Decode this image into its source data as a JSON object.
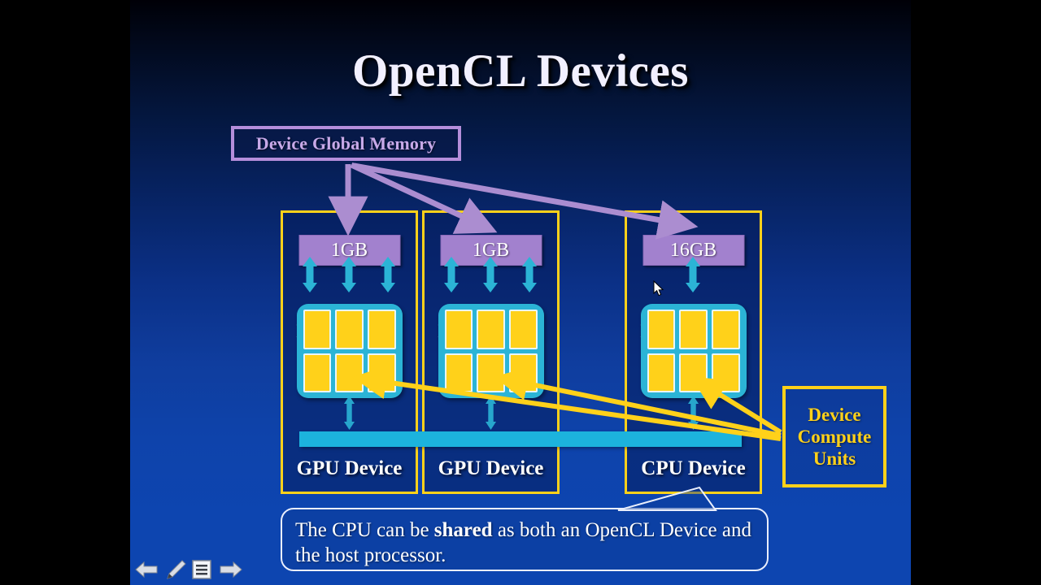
{
  "slide": {
    "title": "OpenCL Devices",
    "global_memory": {
      "label": "Device Global Memory"
    },
    "devices": [
      {
        "memory": "1GB",
        "label": "GPU Device",
        "cu_text": "Device Compute Units",
        "mem_arrows": 3
      },
      {
        "memory": "1GB",
        "label": "GPU Device",
        "cu_text": "Device Compute Units",
        "mem_arrows": 3
      },
      {
        "memory": "16GB",
        "label": "CPU Device",
        "cu_text": "Device Compute Units",
        "mem_arrows": 1
      }
    ],
    "compute_units_callout": {
      "line1": "Device",
      "line2": "Compute",
      "line3": "Units"
    },
    "caption": {
      "part1": "The CPU can be ",
      "bold": "shared",
      "part2": " as both an OpenCL Device and the host processor."
    }
  },
  "toolbar": {
    "back_label": "previous-slide",
    "pen_label": "pen-tool",
    "menu_label": "slide-menu",
    "forward_label": "next-slide"
  },
  "colors": {
    "gold": "#ffd11a",
    "cyan": "#2bb4d6",
    "purple": "#a281ce",
    "purple_light": "#b58edb",
    "slide_blue": "#0d45b0",
    "white": "#ffffff"
  }
}
